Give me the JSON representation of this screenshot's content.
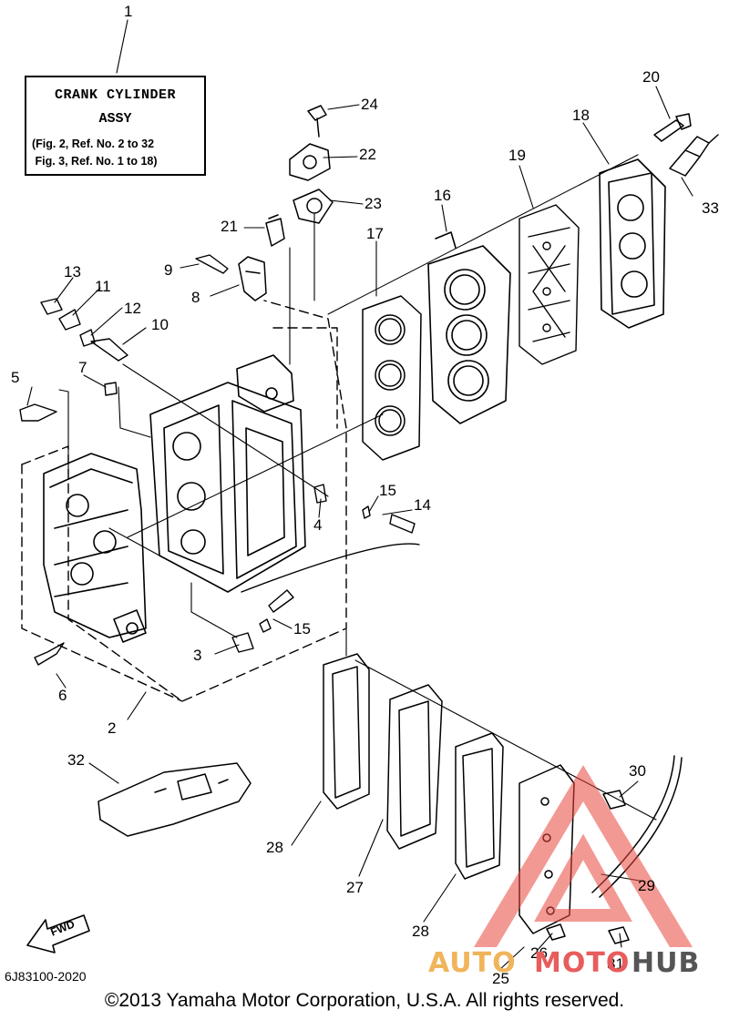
{
  "title_box": {
    "line1": "CRANK CYLINDER",
    "line2": "ASSY",
    "line3": "(Fig. 2, Ref. No. 2 to 32",
    "line4": " Fig. 3, Ref. No. 1 to 18)"
  },
  "callouts": [
    "1",
    "2",
    "3",
    "4",
    "5",
    "6",
    "7",
    "8",
    "9",
    "10",
    "11",
    "12",
    "13",
    "14",
    "15",
    "15",
    "16",
    "17",
    "18",
    "19",
    "20",
    "21",
    "22",
    "23",
    "24",
    "25",
    "26",
    "27",
    "28",
    "28",
    "29",
    "30",
    "31",
    "32",
    "33"
  ],
  "fwd_label": "FWD",
  "catalog_number": "6J83100-2020",
  "copyright": "©2013 Yamaha Motor Corporation, U.S.A. All rights reserved.",
  "watermark": {
    "part1": "AUTO",
    "part2": "MOTO",
    "part3": "HUB"
  },
  "colors": {
    "line": "#000000",
    "watermark_red": "#e8463c",
    "watermark_orange": "#f0b45a",
    "watermark_gray": "#555555"
  }
}
